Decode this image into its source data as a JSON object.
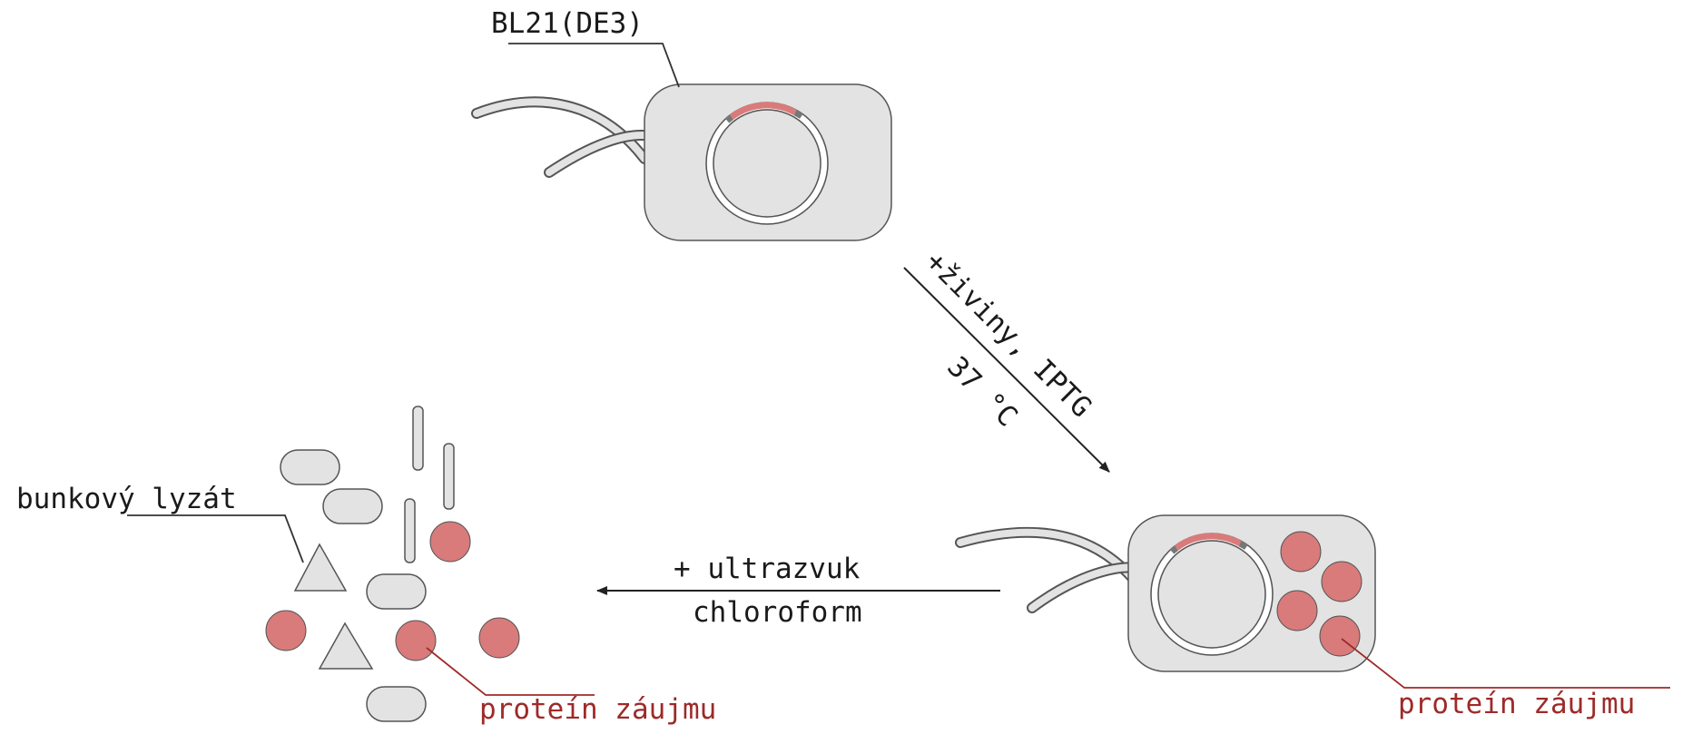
{
  "labels": {
    "strain": "BL21(DE3)",
    "induction_line1": "+živiny, IPTG",
    "induction_line2": "37 °C",
    "lysis_line1": "+ ultrazvuk",
    "lysis_line2": "chloroform",
    "lysate": "bunkový lyzát",
    "protein_left": "proteín záujmu",
    "protein_right": "proteín záujmu"
  },
  "colors": {
    "cell_fill": "#e3e3e3",
    "outline": "#555555",
    "protein": "#d97b7b",
    "text": "#1a1a1a",
    "protein_label": "#9e2a2a"
  }
}
